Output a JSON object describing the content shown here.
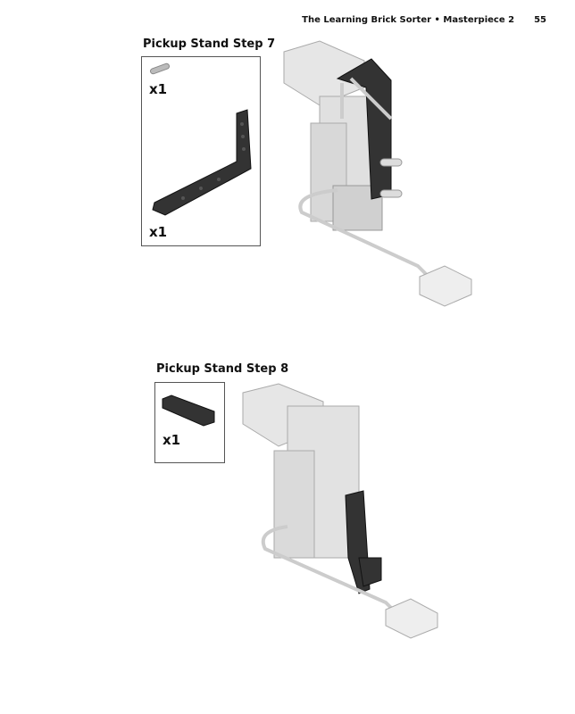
{
  "header": {
    "title": "The Learning Brick Sorter • Masterpiece 2",
    "page_number": "55"
  },
  "steps": [
    {
      "title": "Pickup Stand Step 7",
      "parts": [
        {
          "name": "pin",
          "quantity": "x1"
        },
        {
          "name": "bent-beam",
          "quantity": "x1"
        }
      ]
    },
    {
      "title": "Pickup Stand Step 8",
      "parts": [
        {
          "name": "l-beam",
          "quantity": "x1"
        }
      ]
    }
  ]
}
